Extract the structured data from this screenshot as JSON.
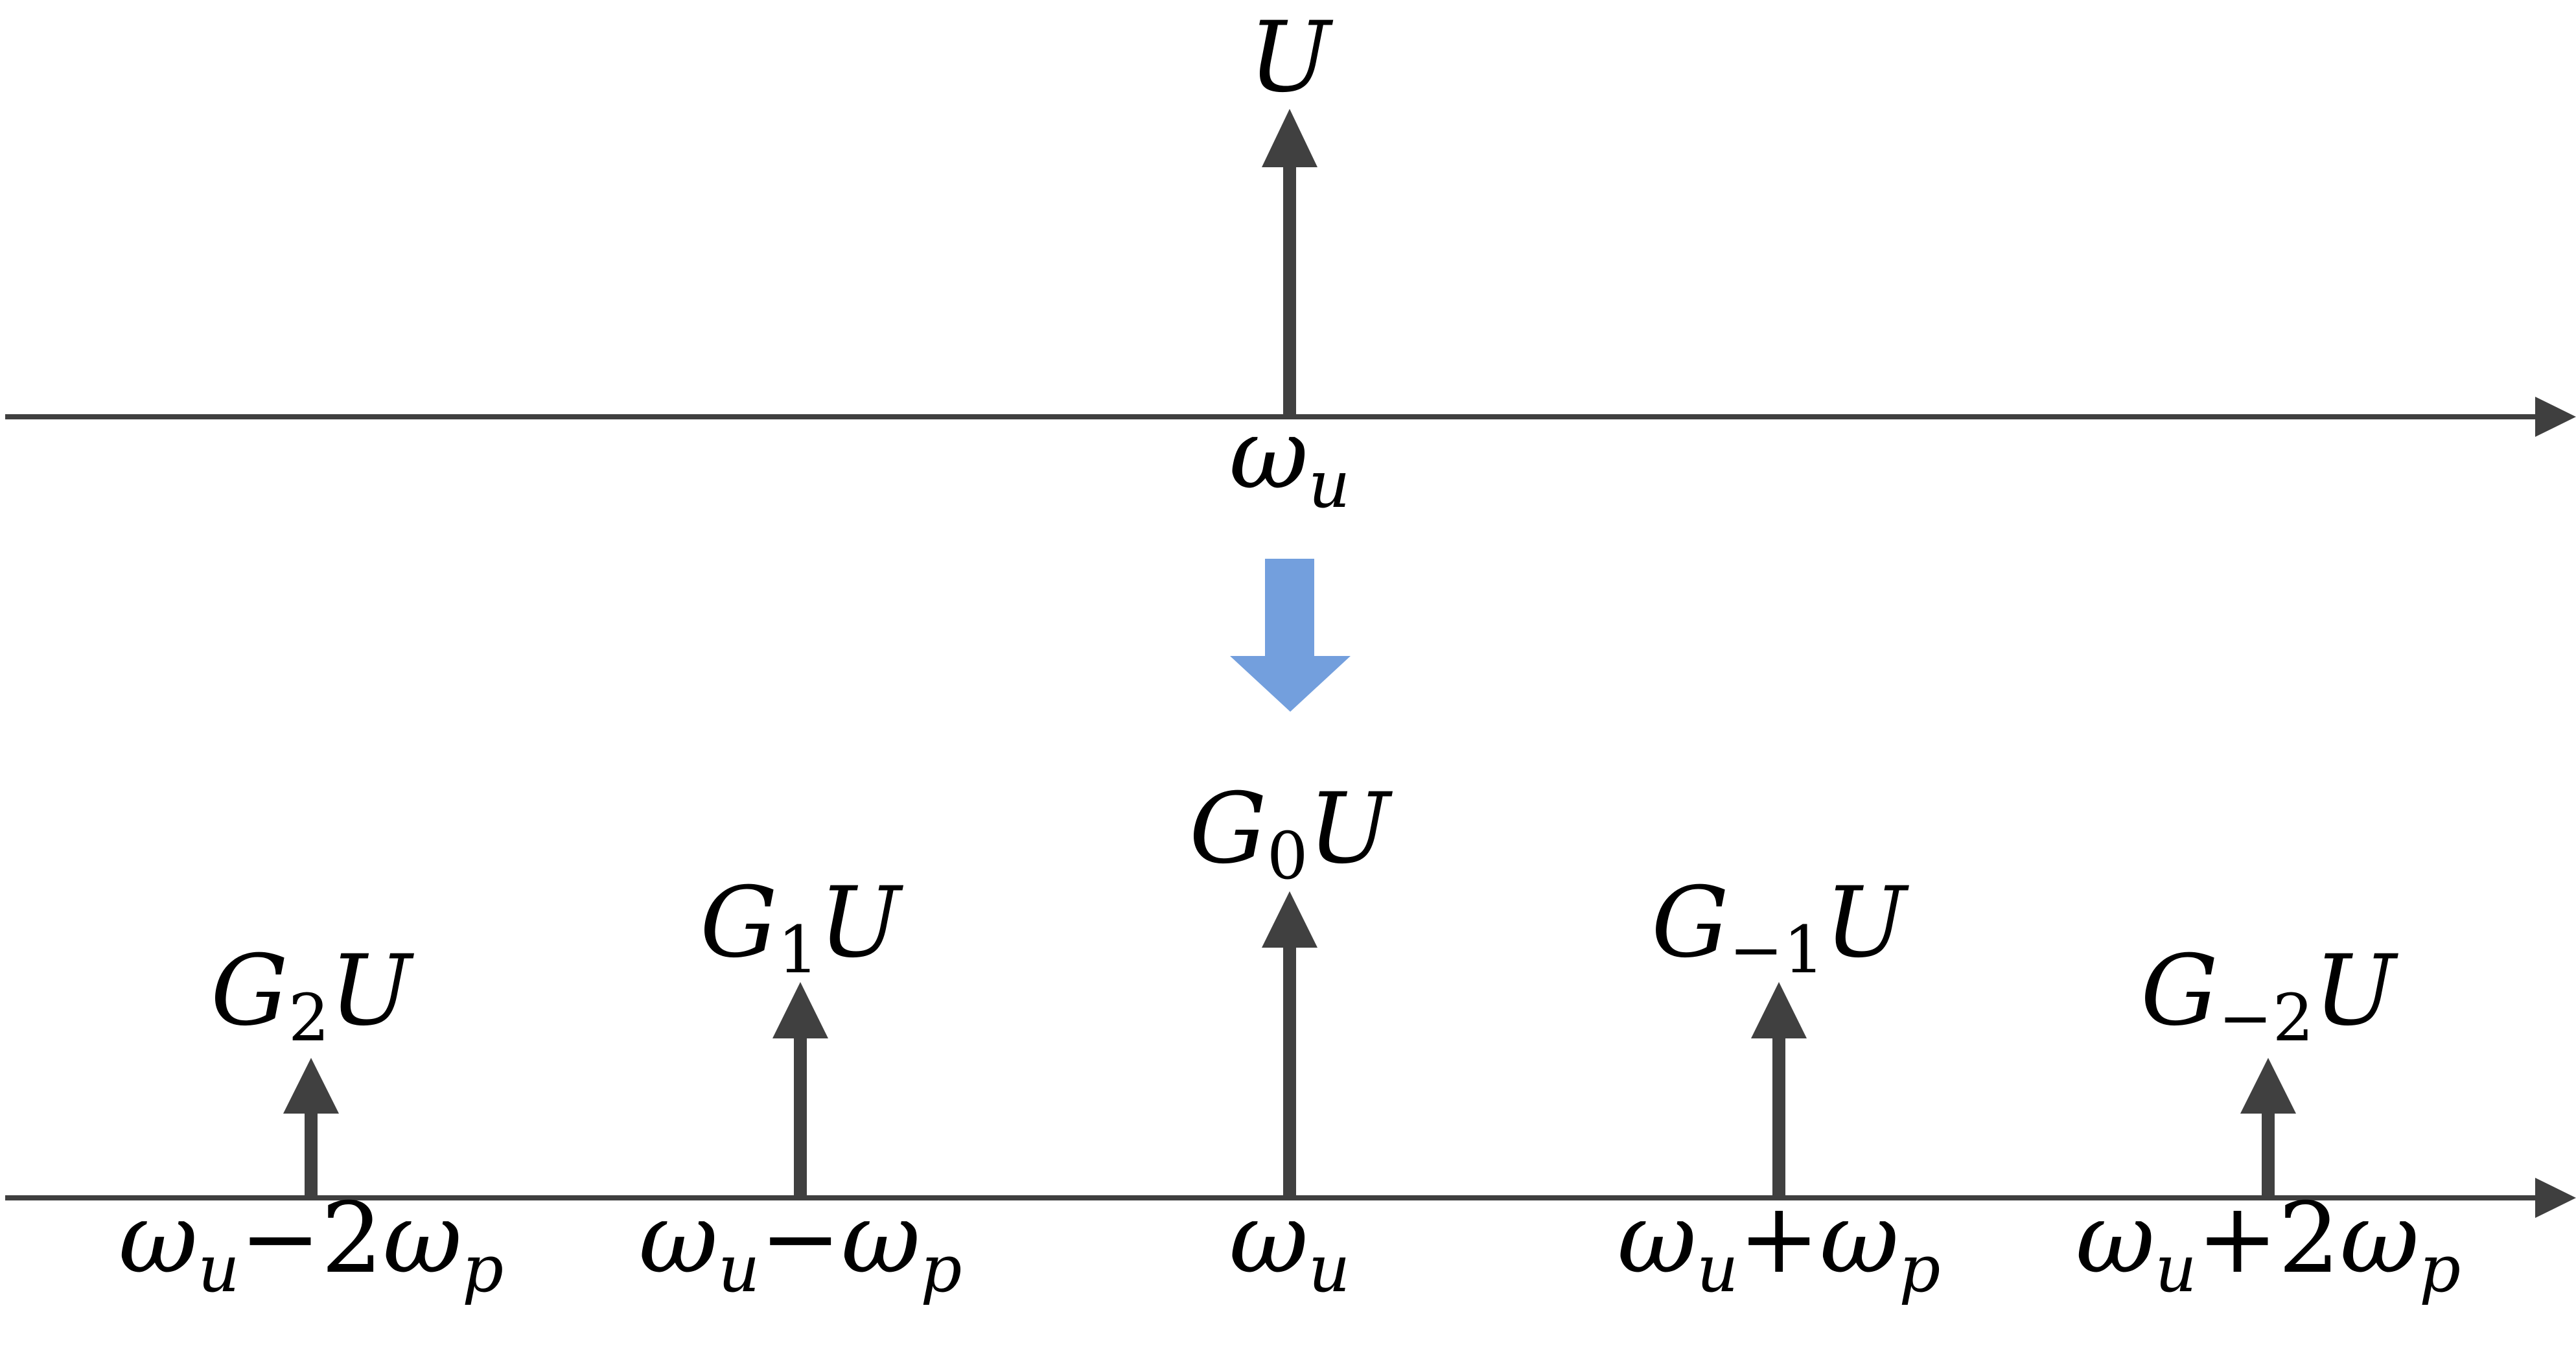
{
  "diagram": {
    "input_spectrum": {
      "line": {
        "amplitude": {
          "symbol": "U"
        },
        "frequency": {
          "base": "ω",
          "sub": "u"
        }
      }
    },
    "transform_arrow": {
      "color": "#739FDD"
    },
    "output_spectrum": {
      "lines": [
        {
          "amplitude": {
            "gain": "G",
            "index": "2",
            "symbol": "U"
          },
          "frequency": {
            "w1": "ω",
            "s1": "u",
            "op": "−",
            "coef": "2",
            "w2": "ω",
            "s2": "p"
          },
          "relative_height": 0.5
        },
        {
          "amplitude": {
            "gain": "G",
            "index": "1",
            "symbol": "U"
          },
          "frequency": {
            "w1": "ω",
            "s1": "u",
            "op": "−",
            "coef": "",
            "w2": "ω",
            "s2": "p"
          },
          "relative_height": 0.7
        },
        {
          "amplitude": {
            "gain": "G",
            "index": "0",
            "symbol": "U"
          },
          "frequency": {
            "w1": "ω",
            "s1": "u",
            "op": "",
            "coef": "",
            "w2": "",
            "s2": ""
          },
          "relative_height": 1.0
        },
        {
          "amplitude": {
            "gain": "G",
            "index": "−1",
            "symbol": "U"
          },
          "frequency": {
            "w1": "ω",
            "s1": "u",
            "op": "+",
            "coef": "",
            "w2": "ω",
            "s2": "p"
          },
          "relative_height": 0.7
        },
        {
          "amplitude": {
            "gain": "G",
            "index": "−2",
            "symbol": "U"
          },
          "frequency": {
            "w1": "ω",
            "s1": "u",
            "op": "+",
            "coef": "2",
            "w2": "ω",
            "s2": "p"
          },
          "relative_height": 0.5
        }
      ]
    },
    "colors": {
      "axis": "#3F3F3F",
      "spectral_line": "#404040",
      "text": "#000000"
    }
  }
}
